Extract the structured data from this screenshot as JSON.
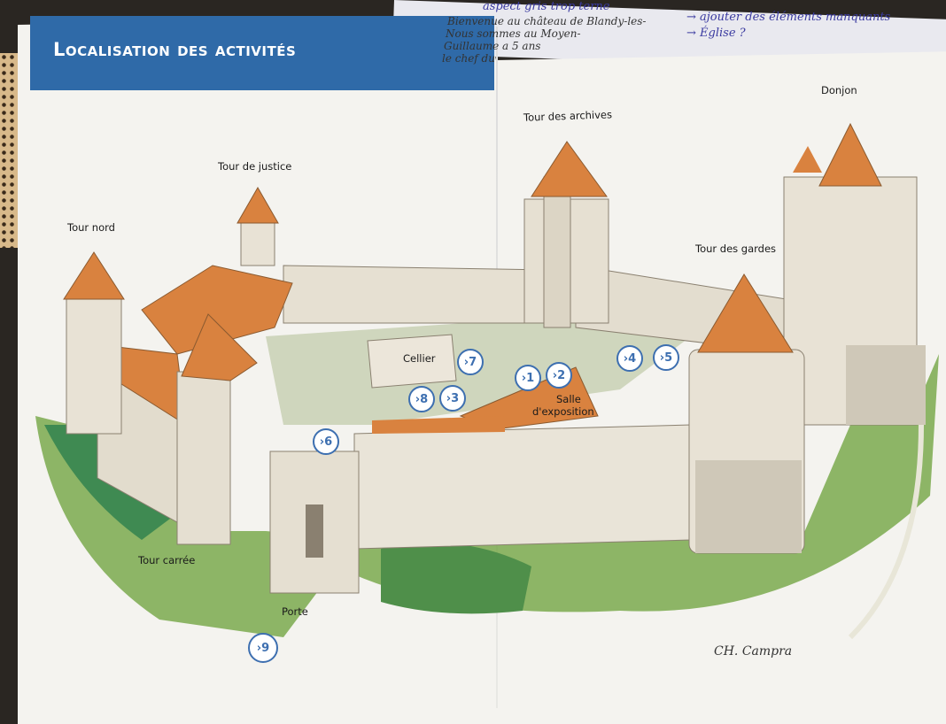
{
  "header": {
    "title": "Localisation des activités"
  },
  "background_note": {
    "typed_lines": [
      "Bienvenue au château de Blandy-les-",
      "Nous sommes au Moyen-",
      "Guillaume a 5 ans",
      "le chef du"
    ],
    "handwritten_lines": [
      "aspect gris trop terne",
      "→ ajouter des éléments manquants",
      "→ Église ?"
    ]
  },
  "map_labels": {
    "tour_nord": "Tour nord",
    "tour_justice": "Tour de justice",
    "tour_archives": "Tour des archives",
    "donjon": "Donjon",
    "tour_gardes": "Tour des gardes",
    "cellier": "Cellier",
    "salle_exposition_1": "Salle",
    "salle_exposition_2": "d'exposition",
    "tour_carree": "Tour carrée",
    "porte": "Porte"
  },
  "markers": {
    "m1": "›1",
    "m2": "›2",
    "m3": "›3",
    "m4": "›4",
    "m5": "›5",
    "m6": "›6",
    "m7": "›7",
    "m8": "›8",
    "m9": "›9"
  },
  "signature": "CH. Campra",
  "colors": {
    "header_blue": "#2f6aa8",
    "marker_blue": "#3d6fb0",
    "roof_orange": "#d9823f",
    "grass_green": "#6aa04a"
  }
}
